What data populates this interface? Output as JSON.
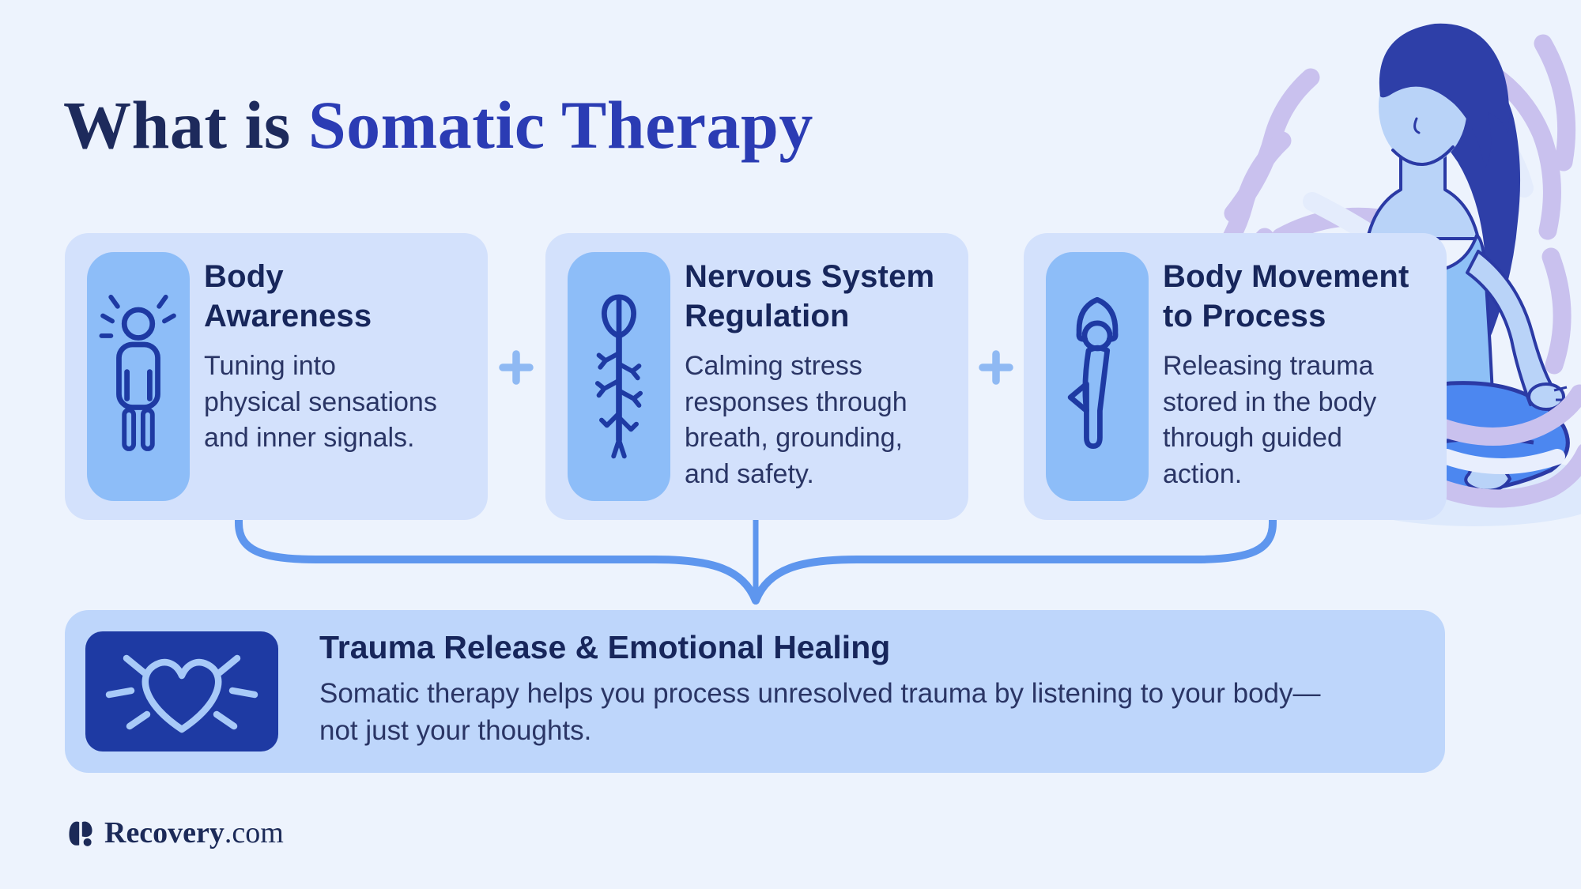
{
  "page": {
    "background": "#edf3fd"
  },
  "header": {
    "title_prefix": "What is ",
    "title_highlight": "Somatic Therapy"
  },
  "cards": [
    {
      "icon": "body-awareness-icon",
      "title": "Body\nAwareness",
      "description": "Tuning into\nphysical sensations\nand inner signals."
    },
    {
      "icon": "nervous-system-icon",
      "title": "Nervous System\nRegulation",
      "description": "Calming stress\nresponses through\nbreath, grounding,\nand safety."
    },
    {
      "icon": "yoga-pose-icon",
      "title": "Body Movement\nto Process",
      "description": "Releasing trauma\nstored in the body\nthrough guided\naction."
    }
  ],
  "separators": {
    "plus": "+"
  },
  "result_card": {
    "icon": "radiant-heart-icon",
    "title": "Trauma Release & Emotional Healing",
    "description": "Somatic therapy helps you process unresolved trauma by listening to your body—\nnot just your thoughts."
  },
  "footer": {
    "brand_name": "Recovery",
    "brand_suffix": ".com"
  },
  "colors": {
    "card_bg": "#d3e1fc",
    "result_card_bg": "#bed6fb",
    "icon_panel_bg": "#8dbdf8",
    "icon_stroke": "#1e3aa3",
    "heading_text": "#17265b",
    "body_text": "#2a3565",
    "title_dark": "#1d2a5c",
    "title_blue": "#2b3cb4",
    "connector": "#5e96ee",
    "plus": "#8fb9f3",
    "heart_box_bg": "#1e3aa3",
    "heart_stroke": "#a8caf8",
    "wave_lavender": "#c9c1ee",
    "logo_navy": "#1c2a58"
  }
}
